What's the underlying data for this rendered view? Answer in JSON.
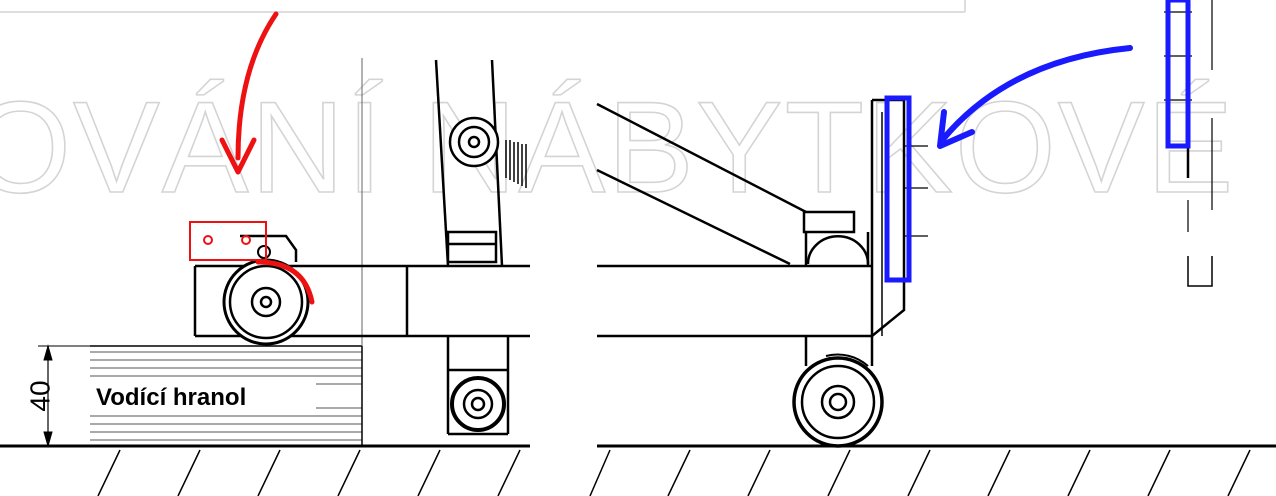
{
  "watermark": {
    "text": "OVÁNÍ NÁBYTKOVÉ"
  },
  "labels": {
    "guide_block": "Vodící hranol",
    "dimension_height": "40"
  },
  "colors": {
    "line": "#000000",
    "red_annotation": "#ee1111",
    "blue_annotation": "#1a1aff",
    "watermark_stroke": "#d4d4d4",
    "thin_line": "#666666"
  },
  "icons": {
    "red_arrow": "curved-arrow-down-icon",
    "blue_arrow": "curved-arrow-left-icon"
  }
}
